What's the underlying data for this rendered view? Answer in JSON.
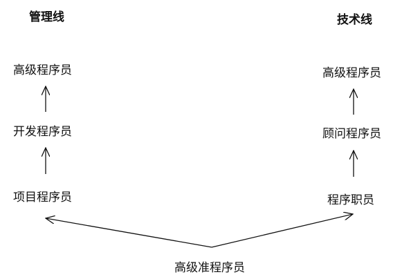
{
  "headings": {
    "management": "管理线",
    "technical": "技术线"
  },
  "management_track": {
    "level_3": "高级程序员",
    "level_2": "开发程序员",
    "level_1": "项目程序员"
  },
  "technical_track": {
    "level_3": "高级程序员",
    "level_2": "顾问程序员",
    "level_1": "程序职员"
  },
  "root": "高级准程序员",
  "colors": {
    "ink": "#111111",
    "background": "#ffffff"
  }
}
